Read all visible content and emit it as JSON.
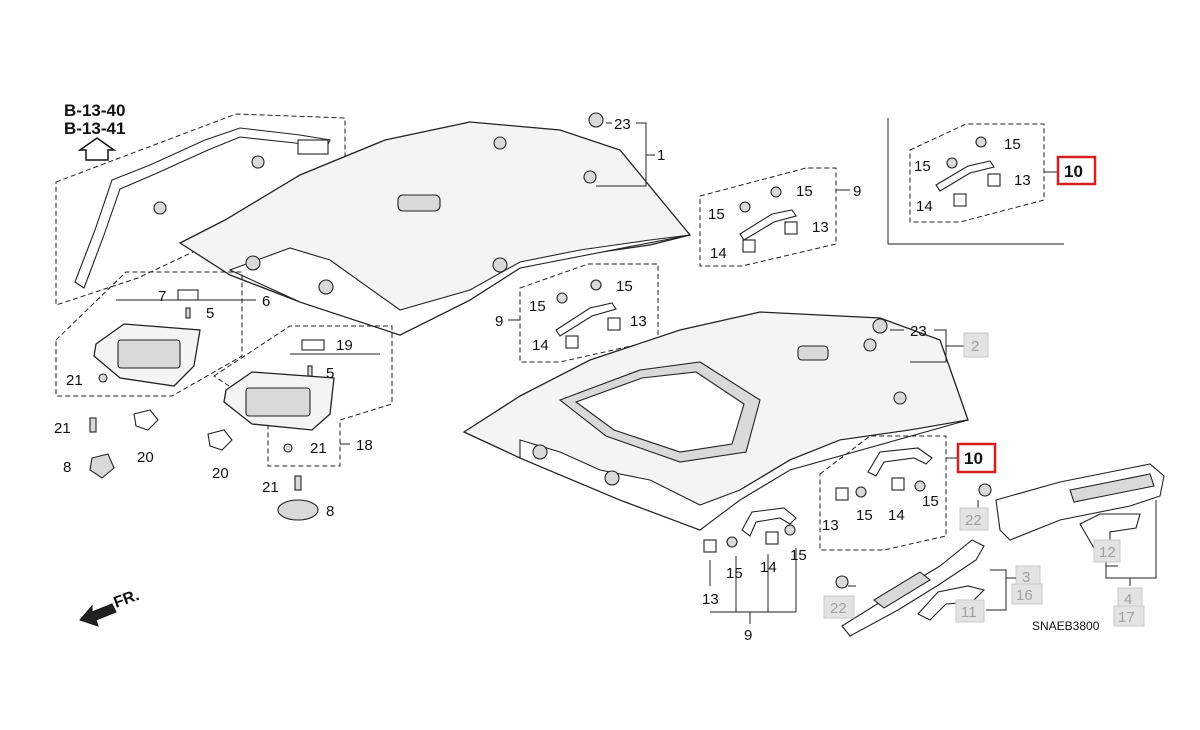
{
  "references": [
    "B-13-40",
    "B-13-41"
  ],
  "diagram_code": "SNAEB3800",
  "direction_label": "FR.",
  "labels": {
    "p1": "1",
    "p2": "2",
    "p3": "3",
    "p4": "4",
    "p5a": "5",
    "p5b": "5",
    "p6": "6",
    "p7": "7",
    "p8a": "8",
    "p8b": "8",
    "p9a": "9",
    "p9b": "9",
    "p9c": "9",
    "p10a": "10",
    "p10b": "10",
    "p11": "11",
    "p12": "12",
    "p13a": "13",
    "p13b": "13",
    "p13c": "13",
    "p13d": "13",
    "p13e": "13",
    "p14a": "14",
    "p14b": "14",
    "p14c": "14",
    "p14d": "14",
    "p14e": "14",
    "p15a": "15",
    "p15b": "15",
    "p15c": "15",
    "p15d": "15",
    "p15e": "15",
    "p15f": "15",
    "p15g": "15",
    "p15h": "15",
    "p15i": "15",
    "p15j": "15",
    "p16": "16",
    "p17": "17",
    "p18": "18",
    "p19": "19",
    "p20a": "20",
    "p20b": "20",
    "p21a": "21",
    "p21b": "21",
    "p21c": "21",
    "p21d": "21",
    "p22a": "22",
    "p22b": "22",
    "p23a": "23",
    "p23b": "23"
  },
  "colors": {
    "highlight": "#d81e1e",
    "dimmed_fill": "#e3e3e3",
    "dimmed_text": "#a0a0a0"
  }
}
